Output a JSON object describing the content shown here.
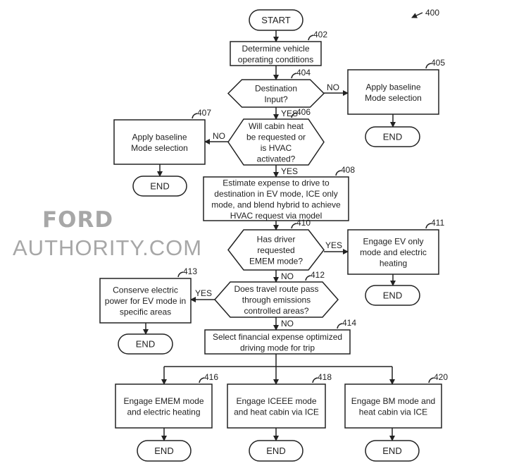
{
  "figure_ref": "400",
  "watermark": {
    "brand": "FORD",
    "rest": "AUTHORITY.COM"
  },
  "nodes": {
    "start": {
      "text": [
        "START"
      ]
    },
    "n402": {
      "ref": "402",
      "text": [
        "Determine vehicle",
        "operating conditions"
      ]
    },
    "n404": {
      "ref": "404",
      "text": [
        "Destination",
        "Input?"
      ]
    },
    "n405": {
      "ref": "405",
      "text": [
        "Apply baseline",
        "Mode selection"
      ]
    },
    "n406": {
      "ref": "406",
      "text": [
        "Will cabin heat",
        "be requested or",
        "is HVAC",
        "activated?"
      ]
    },
    "n407": {
      "ref": "407",
      "text": [
        "Apply baseline",
        "Mode selection"
      ]
    },
    "n408": {
      "ref": "408",
      "text": [
        "Estimate expense to drive to",
        "destination in EV mode, ICE only",
        "mode, and blend hybrid to achieve",
        "HVAC request via model"
      ]
    },
    "n410": {
      "ref": "410",
      "text": [
        "Has driver",
        "requested",
        "EMEM mode?"
      ]
    },
    "n411": {
      "ref": "411",
      "text": [
        "Engage EV only",
        "mode and electric",
        "heating"
      ]
    },
    "n412": {
      "ref": "412",
      "text": [
        "Does travel route pass",
        "through emissions",
        "controlled areas?"
      ]
    },
    "n413": {
      "ref": "413",
      "text": [
        "Conserve electric",
        "power for EV mode in",
        "specific areas"
      ]
    },
    "n414": {
      "ref": "414",
      "text": [
        "Select financial expense optimized",
        "driving mode for trip"
      ]
    },
    "n416": {
      "ref": "416",
      "text": [
        "Engage EMEM mode",
        "and electric heating"
      ]
    },
    "n418": {
      "ref": "418",
      "text": [
        "Engage ICEEE mode",
        "and heat cabin via ICE"
      ]
    },
    "n420": {
      "ref": "420",
      "text": [
        "Engage BM mode and",
        "heat cabin via ICE"
      ]
    },
    "end_label": "END"
  },
  "edges": {
    "yes": "YES",
    "no": "NO"
  }
}
